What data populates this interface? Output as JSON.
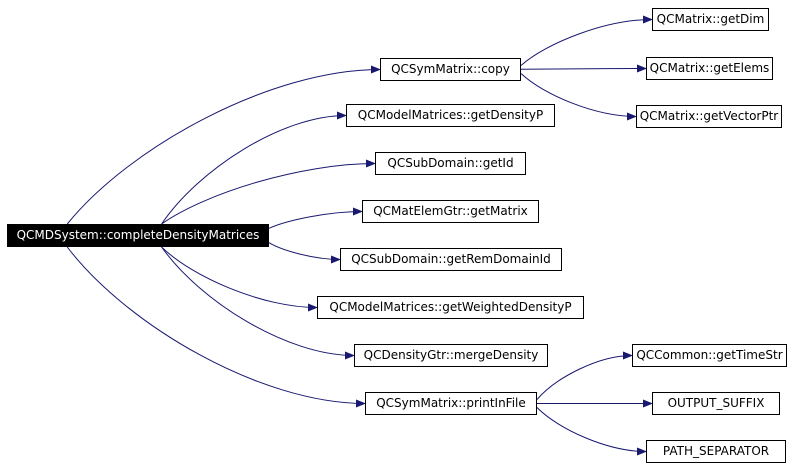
{
  "graph": {
    "root": {
      "label": "QCMDSystem::completeDensityMatrices"
    },
    "nodes": [
      {
        "id": "symcopy",
        "label": "QCSymMatrix::copy"
      },
      {
        "id": "getdim",
        "label": "QCMatrix::getDim"
      },
      {
        "id": "getelems",
        "label": "QCMatrix::getElems"
      },
      {
        "id": "getvectorptr",
        "label": "QCMatrix::getVectorPtr"
      },
      {
        "id": "getdensityp",
        "label": "QCModelMatrices::getDensityP"
      },
      {
        "id": "getid",
        "label": "QCSubDomain::getId"
      },
      {
        "id": "getmatrix",
        "label": "QCMatElemGtr::getMatrix"
      },
      {
        "id": "getremdomainid",
        "label": "QCSubDomain::getRemDomainId"
      },
      {
        "id": "getweighteddensityp",
        "label": "QCModelMatrices::getWeightedDensityP"
      },
      {
        "id": "mergedensity",
        "label": "QCDensityGtr::mergeDensity"
      },
      {
        "id": "printinfile",
        "label": "QCSymMatrix::printInFile"
      },
      {
        "id": "gettimestr",
        "label": "QCCommon::getTimeStr"
      },
      {
        "id": "outputsuffix",
        "label": "OUTPUT_SUFFIX"
      },
      {
        "id": "pathseparator",
        "label": "PATH_SEPARATOR"
      }
    ],
    "edges": [
      [
        "root",
        "symcopy"
      ],
      [
        "root",
        "getdensityp"
      ],
      [
        "root",
        "getid"
      ],
      [
        "root",
        "getmatrix"
      ],
      [
        "root",
        "getremdomainid"
      ],
      [
        "root",
        "getweighteddensityp"
      ],
      [
        "root",
        "mergedensity"
      ],
      [
        "root",
        "printinfile"
      ],
      [
        "symcopy",
        "getdim"
      ],
      [
        "symcopy",
        "getelems"
      ],
      [
        "symcopy",
        "getvectorptr"
      ],
      [
        "printinfile",
        "gettimestr"
      ],
      [
        "printinfile",
        "outputsuffix"
      ],
      [
        "printinfile",
        "pathseparator"
      ]
    ],
    "edge_color": "#191970"
  }
}
